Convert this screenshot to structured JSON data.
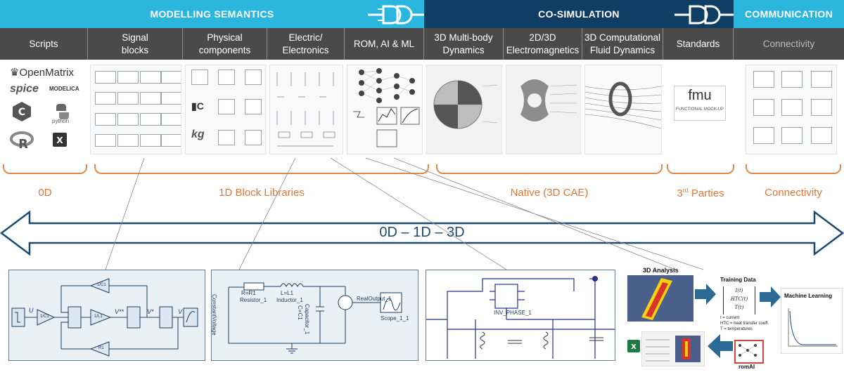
{
  "banner": {
    "modelling": "MODELLING SEMANTICS",
    "cosim": "CO-SIMULATION",
    "communication": "COMMUNICATION"
  },
  "columns": [
    {
      "line1": "Scripts",
      "line2": ""
    },
    {
      "line1": "Signal",
      "line2": "blocks"
    },
    {
      "line1": "Physical",
      "line2": "components"
    },
    {
      "line1": "Electric/",
      "line2": "Electronics"
    },
    {
      "line1": "ROM, AI & ML",
      "line2": ""
    },
    {
      "line1": "3D Multi-body",
      "line2": "Dynamics"
    },
    {
      "line1": "2D/3D",
      "line2": "Electromagnetics"
    },
    {
      "line1": "3D Computational",
      "line2": "Fluid Dynamics"
    },
    {
      "line1": "Standards",
      "line2": ""
    },
    {
      "line1": "Connectivity",
      "line2": ""
    }
  ],
  "scripts": {
    "openmatrix": "OpenMatrix",
    "spice": "spice",
    "modelica": "MODELICA",
    "python": "python"
  },
  "fmu": {
    "title": "fmu",
    "subtitle": "FUNCTIONAL MOCK-UP"
  },
  "categories": {
    "zero_d": "0D",
    "one_d": "1D Block Libraries",
    "native": "Native (3D CAE)",
    "third_prefix": "3",
    "third_sup": "rd",
    "third_suffix": " Parties",
    "connectivity": "Connectivity"
  },
  "arrow_label": "0D – 1D – 3D",
  "signal_panel": {
    "u": "U",
    "g1": "1/C1",
    "g2": "1/C1",
    "g3": "1/L1",
    "g4": "R1",
    "vss": "V**",
    "vs": "V*",
    "v": "V"
  },
  "electric_panel": {
    "r_val": "R=R1",
    "r_name": "Resistor_1",
    "l_val": "L=L1",
    "l_name": "Inductor_1",
    "c_val": "C=C1",
    "c_name": "Capacitor_1",
    "const": "ConstantVoltage",
    "out": "RealOutput_1",
    "scope": "Scope_1_1"
  },
  "inverter_panel": {
    "label": "INV_PHASE_1"
  },
  "romai_panel": {
    "analysis": "3D Analysis",
    "training": "Training Data",
    "ml": "Machine Learning",
    "romai": "romAI",
    "legend1": "I = current",
    "legend2": "HTC = heat transfer coeff.",
    "legend3": "T = temperatures"
  },
  "colors": {
    "cyan": "#2bb6dd",
    "navy": "#0f3d64",
    "header_gray": "#4a4a4a",
    "orange": "#e0783a"
  }
}
